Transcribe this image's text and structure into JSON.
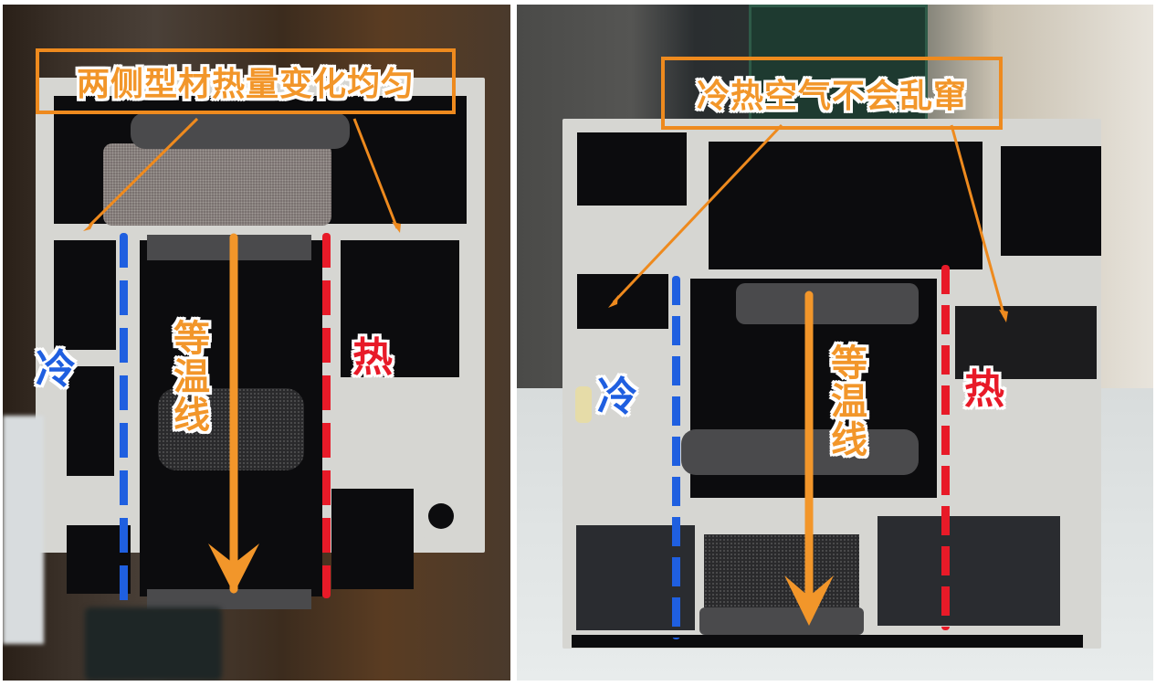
{
  "figure": {
    "description": "Two side-by-side cross-section photos of thermally broken aluminum window frame profiles with annotations"
  },
  "colors": {
    "annotation_orange": "#f2962a",
    "caption_border": "#ee8a1e",
    "cold_blue": "#1f5fe0",
    "hot_red": "#e81a28",
    "label_outline": "#ffffff"
  },
  "left_panel": {
    "caption": "两侧型材热量变化均匀",
    "cold_label": "冷",
    "hot_label": "热",
    "isotherm_label": "等温线"
  },
  "right_panel": {
    "caption": "冷热空气不会乱窜",
    "cold_label": "冷",
    "hot_label": "热",
    "isotherm_label": "等温线"
  }
}
